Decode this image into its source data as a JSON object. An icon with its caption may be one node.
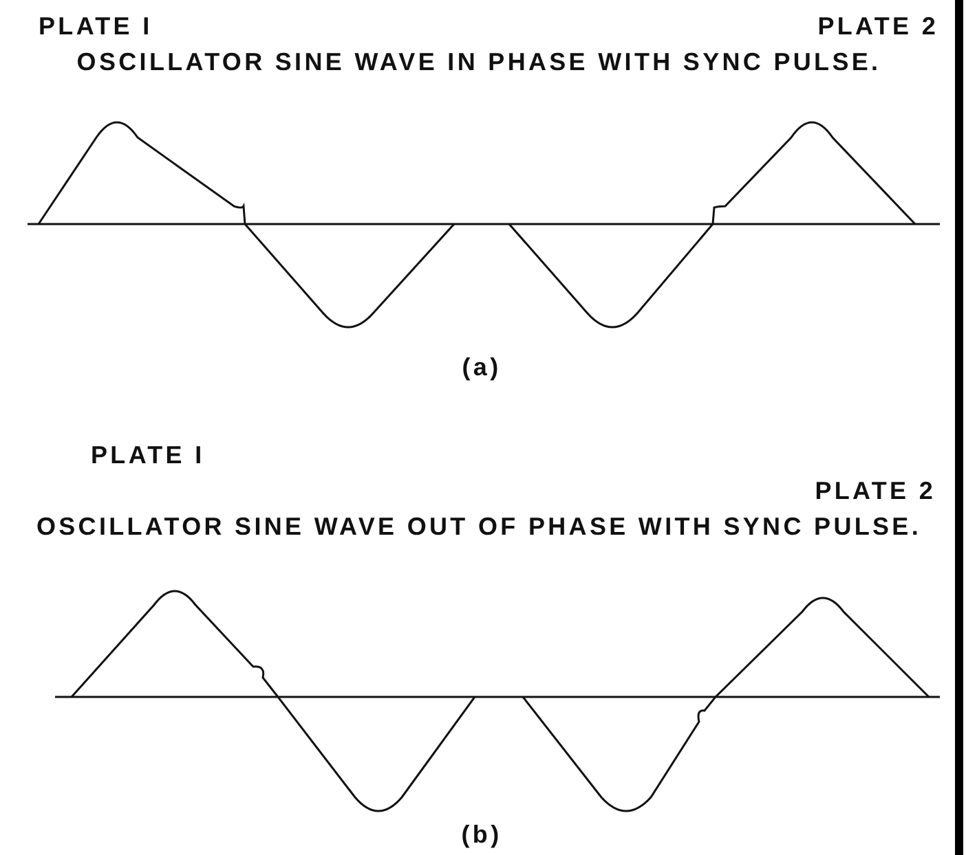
{
  "diagram": {
    "labels": [
      "PLATE I",
      "PLATE 2",
      "OSCILLATOR SINE WAVE IN PHASE WITH SYNC PULSE.",
      "(a)",
      "PLATE I",
      "PLATE 2",
      "OSCILLATOR SINE WAVE OUT OF PHASE WITH SYNC PULSE.",
      "(b)"
    ]
  }
}
